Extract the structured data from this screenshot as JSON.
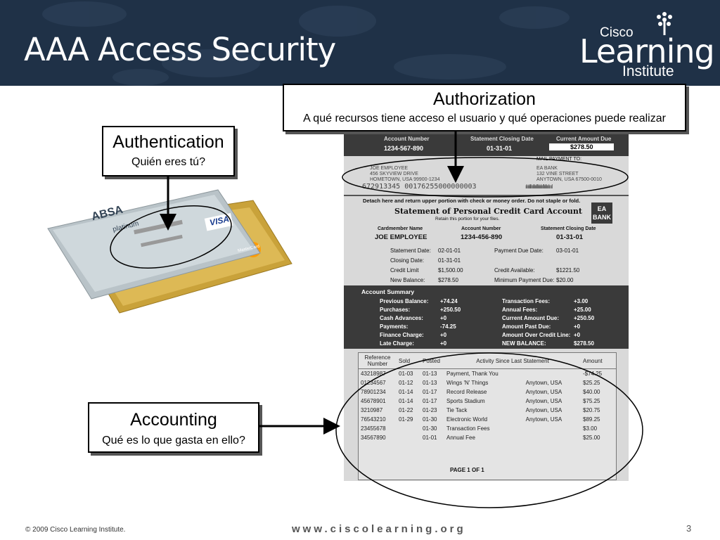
{
  "slide": {
    "title": "AAA Access Security",
    "logo": {
      "cisco": "Cisco",
      "learning": "Learning",
      "institute": "Institute"
    },
    "footer": {
      "copyright": "© 2009 Cisco Learning Institute.",
      "url": "www.ciscolearning.org",
      "page": "3"
    }
  },
  "callouts": {
    "authorization": {
      "title": "Authorization",
      "subtitle": "A qué recursos tiene acceso el usuario y qué operaciones puede realizar"
    },
    "authentication": {
      "title": "Authentication",
      "subtitle": "Quién eres tú?"
    },
    "accounting": {
      "title": "Accounting",
      "subtitle": "Qué es lo que gasta en ello?"
    }
  },
  "cards": {
    "bank": "ABSA",
    "tier": "platinum",
    "visa": "VISA",
    "mastercard": "MasterCard"
  },
  "statement": {
    "top": {
      "account_number_label": "Account Number",
      "account_number": "1234-567-890",
      "closing_date_label": "Statement Closing Date",
      "closing_date": "01-31-01",
      "amount_due_label": "Current Amount Due",
      "amount_due": "$278.50",
      "mail_payment_to": "MAIL PAYMENT TO:",
      "customer": [
        "JOE EMPLOYEE",
        "456 SKYVIEW DRIVE",
        "HOMETOWN, USA   99900-1234"
      ],
      "payee": [
        "EA BANK",
        "132 VINE STREET",
        "ANYTOWN, USA  67500-0010"
      ],
      "micr": "672913345   00176255000000003",
      "barcode": "ılıılıllıılılııllılıılııllılılıılıııl"
    },
    "detach": "Detach here and return upper portion with check or money order. Do not staple or fold.",
    "heading": "Statement of Personal Credit Card Account",
    "retain": "Retain this portion for your files.",
    "bank_logo": "EA BANK",
    "member_label": "Cardmember Name",
    "member": "JOE EMPLOYEE",
    "account_label": "Account Number",
    "account": "1234-456-890",
    "closing_label": "Statement Closing Date",
    "closing": "01-31-01",
    "dates_left": [
      {
        "label": "Statement Date:",
        "value": "02-01-01"
      },
      {
        "label": "Closing Date:",
        "value": "01-31-01"
      },
      {
        "label": "Credit Limit",
        "value": "$1,500.00"
      },
      {
        "label": "New Balance:",
        "value": "$278.50"
      }
    ],
    "dates_right": [
      {
        "label": "Payment Due Date:",
        "value": "03-01-01"
      },
      {
        "label": "",
        "value": ""
      },
      {
        "label": "Credit Available:",
        "value": "$1221.50"
      },
      {
        "label": "Minimum Payment Due:",
        "value": "$20.00"
      }
    ],
    "summary_title": "Account Summary",
    "summary_left": [
      {
        "label": "Previous Balance:",
        "value": "+74.24"
      },
      {
        "label": "Purchases:",
        "value": "+250.50"
      },
      {
        "label": "Cash Advances:",
        "value": "+0"
      },
      {
        "label": "Payments:",
        "value": "-74.25"
      },
      {
        "label": "Finance Charge:",
        "value": "+0"
      },
      {
        "label": "Late Charge:",
        "value": "+0"
      }
    ],
    "summary_right": [
      {
        "label": "Transaction Fees:",
        "value": "+3.00"
      },
      {
        "label": "Annual Fees:",
        "value": "+25.00"
      },
      {
        "label": "Current Amount Due:",
        "value": "+250.50"
      },
      {
        "label": "Amount Past Due:",
        "value": "+0"
      },
      {
        "label": "Amount Over Credit Line:",
        "value": "+0"
      },
      {
        "label": "NEW BALANCE:",
        "value": "$278.50"
      }
    ],
    "activity": {
      "headers": [
        "Reference Number",
        "Sold",
        "Posted",
        "Activity Since Last Statement",
        "",
        "Amount"
      ],
      "rows": [
        [
          "43218987",
          "01-03",
          "01-13",
          "Payment, Thank You",
          "",
          "-$74.25"
        ],
        [
          "01234567",
          "01-12",
          "01-13",
          "Wings 'N' Things",
          "Anytown, USA",
          "$25.25"
        ],
        [
          "78901234",
          "01-14",
          "01-17",
          "Record Release",
          "Anytown, USA",
          "$40.00"
        ],
        [
          "45678901",
          "01-14",
          "01-17",
          "Sports Stadium",
          "Anytown, USA",
          "$75.25"
        ],
        [
          "3210987",
          "01-22",
          "01-23",
          "Tie Tack",
          "Anytown, USA",
          "$20.75"
        ],
        [
          "76543210",
          "01-29",
          "01-30",
          "Electronic World",
          "Anytown, USA",
          "$89.25"
        ],
        [
          "23455678",
          "",
          "01-30",
          "Transaction Fees",
          "",
          "$3.00"
        ],
        [
          "34567890",
          "",
          "01-01",
          "Annual Fee",
          "",
          "$25.00"
        ]
      ],
      "page": "PAGE   1   OF   1"
    }
  },
  "colors": {
    "header_bg": "#1f3147",
    "statement_bg": "#d9d9d9",
    "statement_dark": "#3a3a3a"
  }
}
